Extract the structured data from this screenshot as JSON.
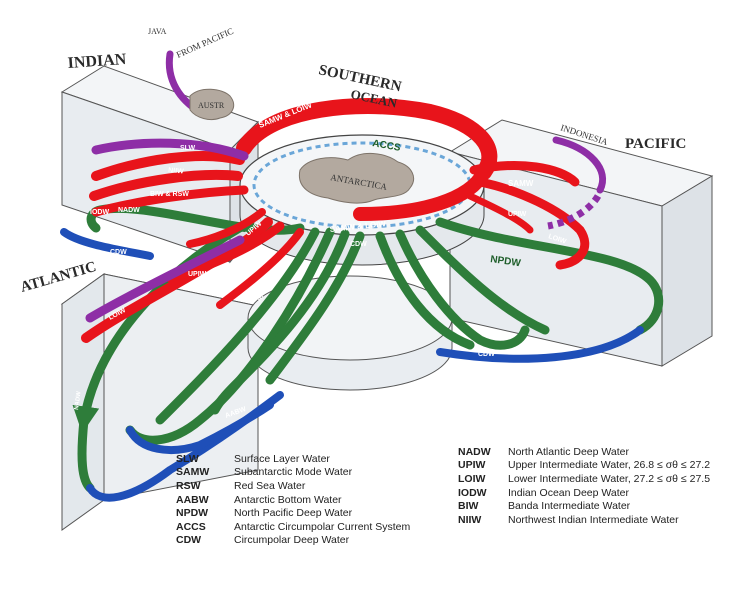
{
  "oceans": {
    "indian": "INDIAN",
    "atlantic": "ATLANTIC",
    "pacific": "PACIFIC",
    "southern_line1": "SOUTHERN",
    "southern_line2": "OCEAN"
  },
  "places": {
    "java": "JAVA",
    "austr": "AUSTR",
    "from_pacific": "FROM PACIFIC",
    "indonesia": "INDONESIA",
    "antarctica": "ANTARCTICA"
  },
  "flows": {
    "samw_loiw_top": "SAMW & LOIW",
    "accs": "ACCS",
    "slw": "SLW",
    "niiw": "NIIW",
    "biw_rsw": "BIW & RSW",
    "iodw": "IODW",
    "nadw": "NADW",
    "cdw_left": "CDW",
    "upiw_center": "UPIW",
    "upiw_left": "UPIW",
    "loiw_left": "LOIW",
    "aabw_center": "AABW",
    "aabw_lower": "AABW",
    "nadw_atlantic": "NADW",
    "samw_loiw_ring": "SAMW & LOIW",
    "cdw_ring": "CDW",
    "samw_pacific": "SAMW",
    "upiw_pacific": "UPIW",
    "loiw_pacific": "LOIW",
    "npdw": "NPDW",
    "cdw_pacific": "CDW"
  },
  "colors": {
    "upper_flow": "#e8141b",
    "deep_flow": "#2e7d3a",
    "bottom_flow": "#1f4fb8",
    "surface_flow": "#8e2ea6",
    "box_fill": "#eef1f4",
    "accs_dash": "#6aa6d8"
  },
  "legend": {
    "left": [
      {
        "abbr": "SLW",
        "desc": "Surface Layer Water"
      },
      {
        "abbr": "SAMW",
        "desc": "Subantarctic Mode Water"
      },
      {
        "abbr": "RSW",
        "desc": "Red Sea Water"
      },
      {
        "abbr": "AABW",
        "desc": "Antarctic Bottom Water"
      },
      {
        "abbr": "NPDW",
        "desc": "North Pacific Deep Water"
      },
      {
        "abbr": "ACCS",
        "desc": "Antarctic Circumpolar Current System"
      },
      {
        "abbr": "CDW",
        "desc": "Circumpolar Deep Water"
      }
    ],
    "right": [
      {
        "abbr": "NADW",
        "desc": "North Atlantic Deep Water"
      },
      {
        "abbr": "UPIW",
        "desc": "Upper Intermediate Water, 26.8 ≤ σθ ≤ 27.2"
      },
      {
        "abbr": "LOIW",
        "desc": "Lower Intermediate Water, 27.2 ≤ σθ ≤ 27.5"
      },
      {
        "abbr": "IODW",
        "desc": "Indian Ocean Deep Water"
      },
      {
        "abbr": "BIW",
        "desc": "Banda Intermediate Water"
      },
      {
        "abbr": "NIIW",
        "desc": "Northwest Indian Intermediate Water"
      }
    ]
  }
}
